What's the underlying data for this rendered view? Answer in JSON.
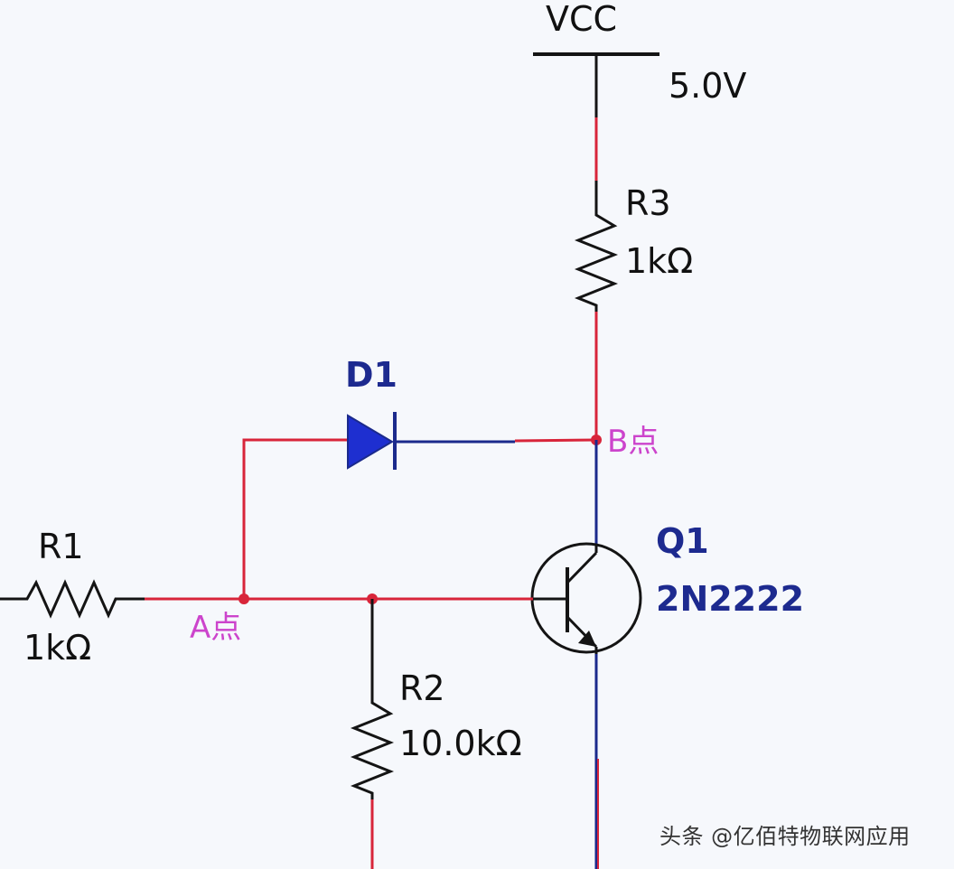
{
  "labels": {
    "vcc": "VCC",
    "vcc_value": "5.0V",
    "r3": "R3",
    "r3_value": "1kΩ",
    "d1": "D1",
    "node_b": "B点",
    "r1": "R1",
    "r1_value": "1kΩ",
    "node_a": "A点",
    "q1": "Q1",
    "q1_part": "2N2222",
    "r2": "R2",
    "r2_value": "10.0kΩ"
  },
  "watermark": "头条 @亿佰特物联网应用",
  "colors": {
    "wire_red": "#d8253a",
    "wire_blue": "#1b2a8c",
    "component_black": "#141414",
    "diode_fill": "#1e2fd0",
    "node_label": "#cc44cc",
    "part_label": "#1d2a8f",
    "background": "#f6f8fc"
  }
}
